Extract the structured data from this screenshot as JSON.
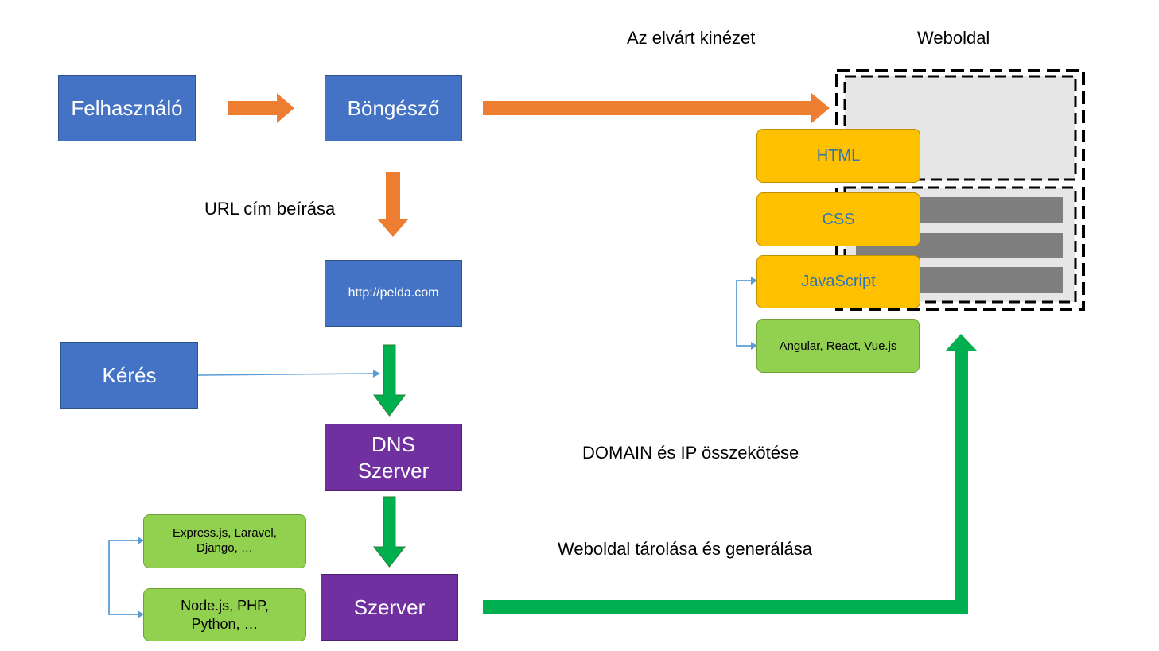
{
  "nodes": {
    "felhasznalo": "Felhasználó",
    "bongeszo": "Böngésző",
    "url": "http://pelda.com",
    "keres": "Kérés",
    "dns": "DNS\nSzerver",
    "szerver": "Szerver",
    "express": "Express.js, Laravel,\nDjango, …",
    "node": "Node.js, PHP,\nPython, …",
    "html": "HTML",
    "css": "CSS",
    "javascript": "JavaScript",
    "frameworks": "Angular, React, Vue.js"
  },
  "labels": {
    "expected_look": "Az elvárt kinézet",
    "weboldal": "Weboldal",
    "url_entry": "URL cím beírása",
    "domain_ip": "DOMAIN és IP összekötése",
    "storage": "Weboldal tárolása és generálása"
  },
  "colors": {
    "blue": "#4472c4",
    "purple": "#7030a0",
    "yellow": "#ffc000",
    "green_box": "#92d050",
    "orange_arrow": "#ed7d31",
    "green_arrow": "#00b050",
    "connector": "#5b9bd5"
  }
}
